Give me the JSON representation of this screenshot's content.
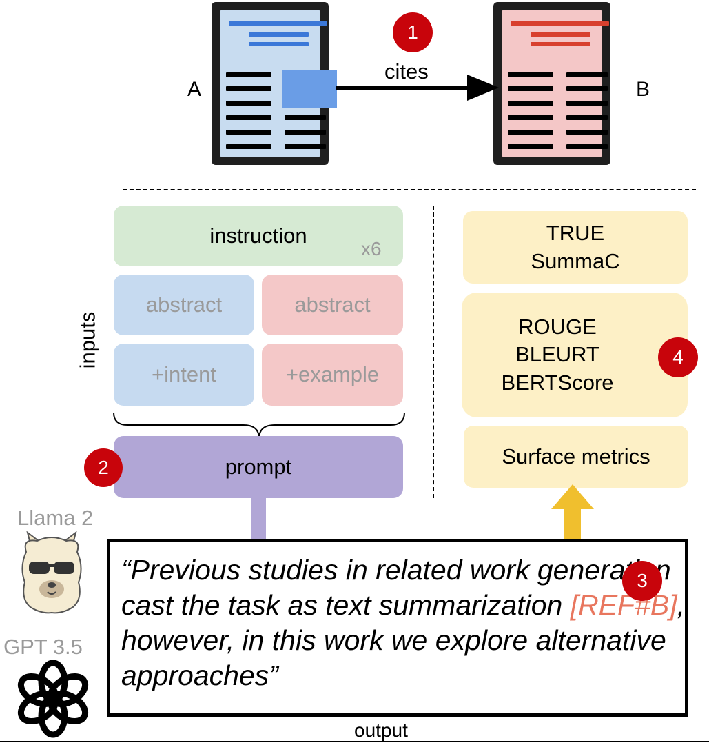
{
  "top": {
    "doc_a_label": "A",
    "doc_b_label": "B",
    "arrow_label": "cites",
    "step1": "1"
  },
  "inputs": {
    "side_label": "inputs",
    "instruction": "instruction",
    "multiplier": "x6",
    "abstract_a": "abstract",
    "abstract_b": "abstract",
    "intent": "+intent",
    "example": "+example",
    "prompt": "prompt",
    "step2": "2"
  },
  "metrics": {
    "group1_line1": "TRUE",
    "group1_line2": "SummaC",
    "group2_line1": "ROUGE",
    "group2_line2": "BLEURT",
    "group2_line3": "BERTScore",
    "group3": "Surface metrics",
    "step3": "3",
    "step4": "4"
  },
  "models": {
    "llama": "Llama 2",
    "gpt": "GPT 3.5"
  },
  "output": {
    "quote_before": "“Previous studies in related work generation cast the task as text summarization ",
    "quote_ref": "[REF#B]",
    "quote_after": ", however, in this work we explore alternative approaches”",
    "label": "output"
  },
  "colors": {
    "doc_a": "#c8dcf0",
    "doc_b": "#f4c7c7",
    "instruction": "#d6ead3",
    "prompt": "#b1a6d6",
    "metric": "#fdf0c6",
    "badge": "#c8040b",
    "reference": "#e8765e",
    "up_arrow": "#f0bf2e"
  }
}
